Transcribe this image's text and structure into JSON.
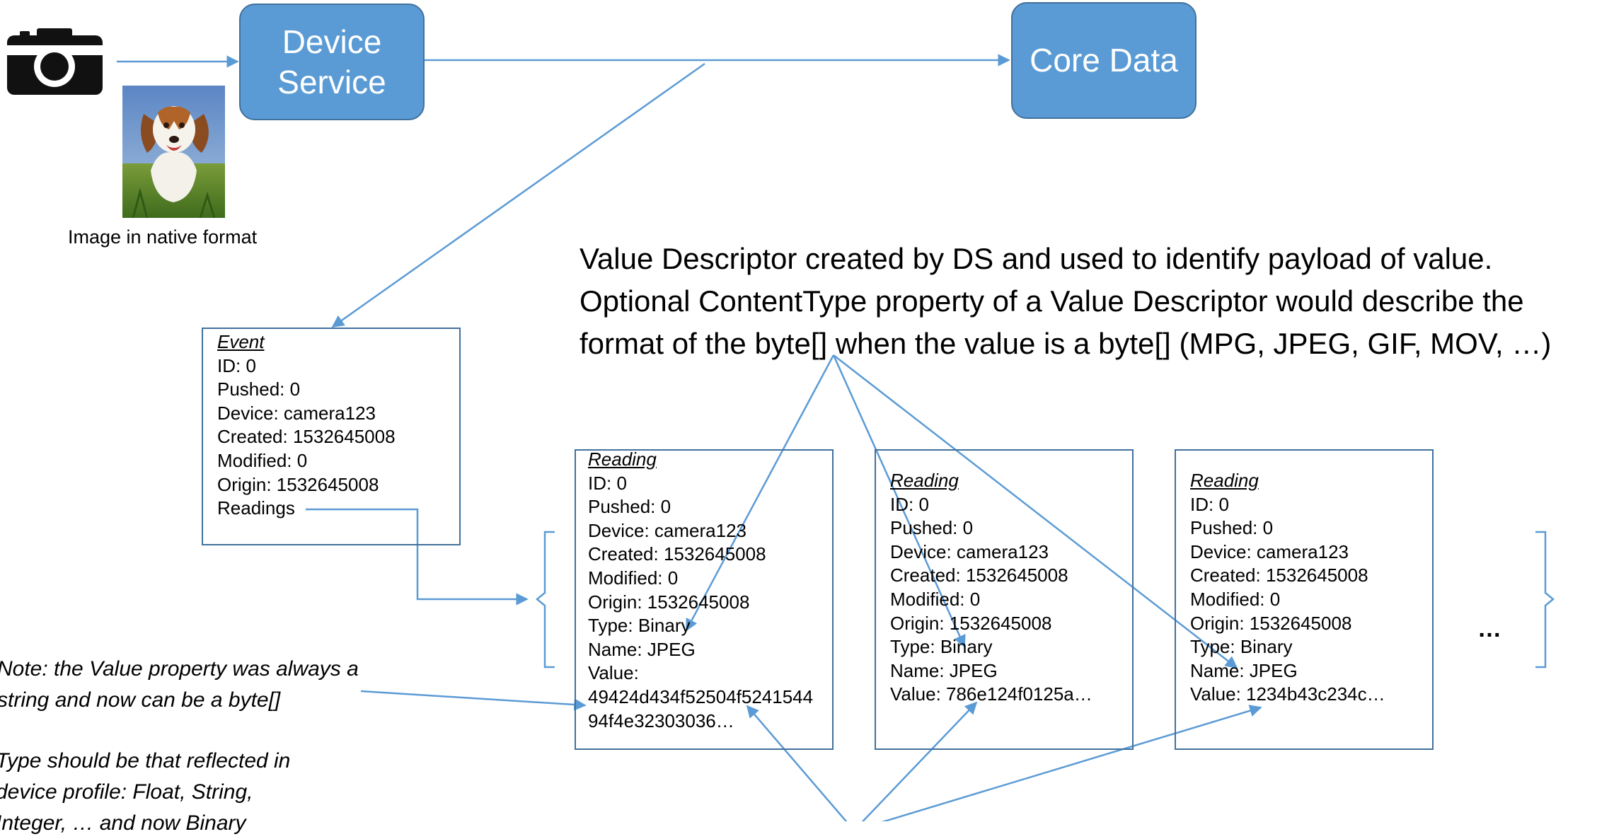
{
  "nodes": {
    "device_service": "Device\nService",
    "core_data": "Core Data"
  },
  "image_caption": "Image in native format",
  "value_descriptor_text": [
    "Value Descriptor created by DS and used to identify payload of value.",
    "Optional ContentType property of a Value Descriptor would describe the",
    "format of the byte[] when the value is a byte[] (MPG, JPEG, GIF, MOV, …)"
  ],
  "event": {
    "title": "Event",
    "lines": [
      "ID: 0",
      "Pushed: 0",
      "Device: camera123",
      "Created: 1532645008",
      "Modified: 0",
      "Origin: 1532645008",
      "Readings"
    ]
  },
  "readings": [
    {
      "title": "Reading",
      "lines": [
        "ID: 0",
        "Pushed: 0",
        "Device:  camera123",
        "Created: 1532645008",
        "Modified: 0",
        "Origin: 1532645008",
        "Type:  Binary",
        "Name: JPEG",
        "Value:",
        "49424d434f52504f5241544",
        "94f4e32303036…"
      ]
    },
    {
      "title": "Reading",
      "lines": [
        "ID: 0",
        "Pushed: 0",
        "Device:  camera123",
        "Created: 1532645008",
        "Modified: 0",
        "Origin: 1532645008",
        "Type: Binary",
        "Name: JPEG",
        "Value:  786e124f0125a…"
      ]
    },
    {
      "title": "Reading",
      "lines": [
        "ID: 0",
        "Pushed: 0",
        "Device:  camera123",
        "Created: 1532645008",
        "Modified: 0",
        "Origin: 1532645008",
        "Type: Binary",
        "Name: JPEG",
        "Value:  1234b43c234c…"
      ]
    }
  ],
  "ellipsis": "…",
  "notes": {
    "value_note": [
      "Note: the Value property was always a",
      "string and now can be a byte[]"
    ],
    "type_note": [
      "Type should be that reflected in",
      "device profile: Float, String,",
      "Integer, … and now Binary"
    ]
  },
  "colors": {
    "node_fill": "#5b9bd5",
    "node_border": "#41719c",
    "line": "#5b9bd5",
    "box_border": "#41719c"
  },
  "icons": [
    "camera-icon",
    "dog-photo"
  ]
}
